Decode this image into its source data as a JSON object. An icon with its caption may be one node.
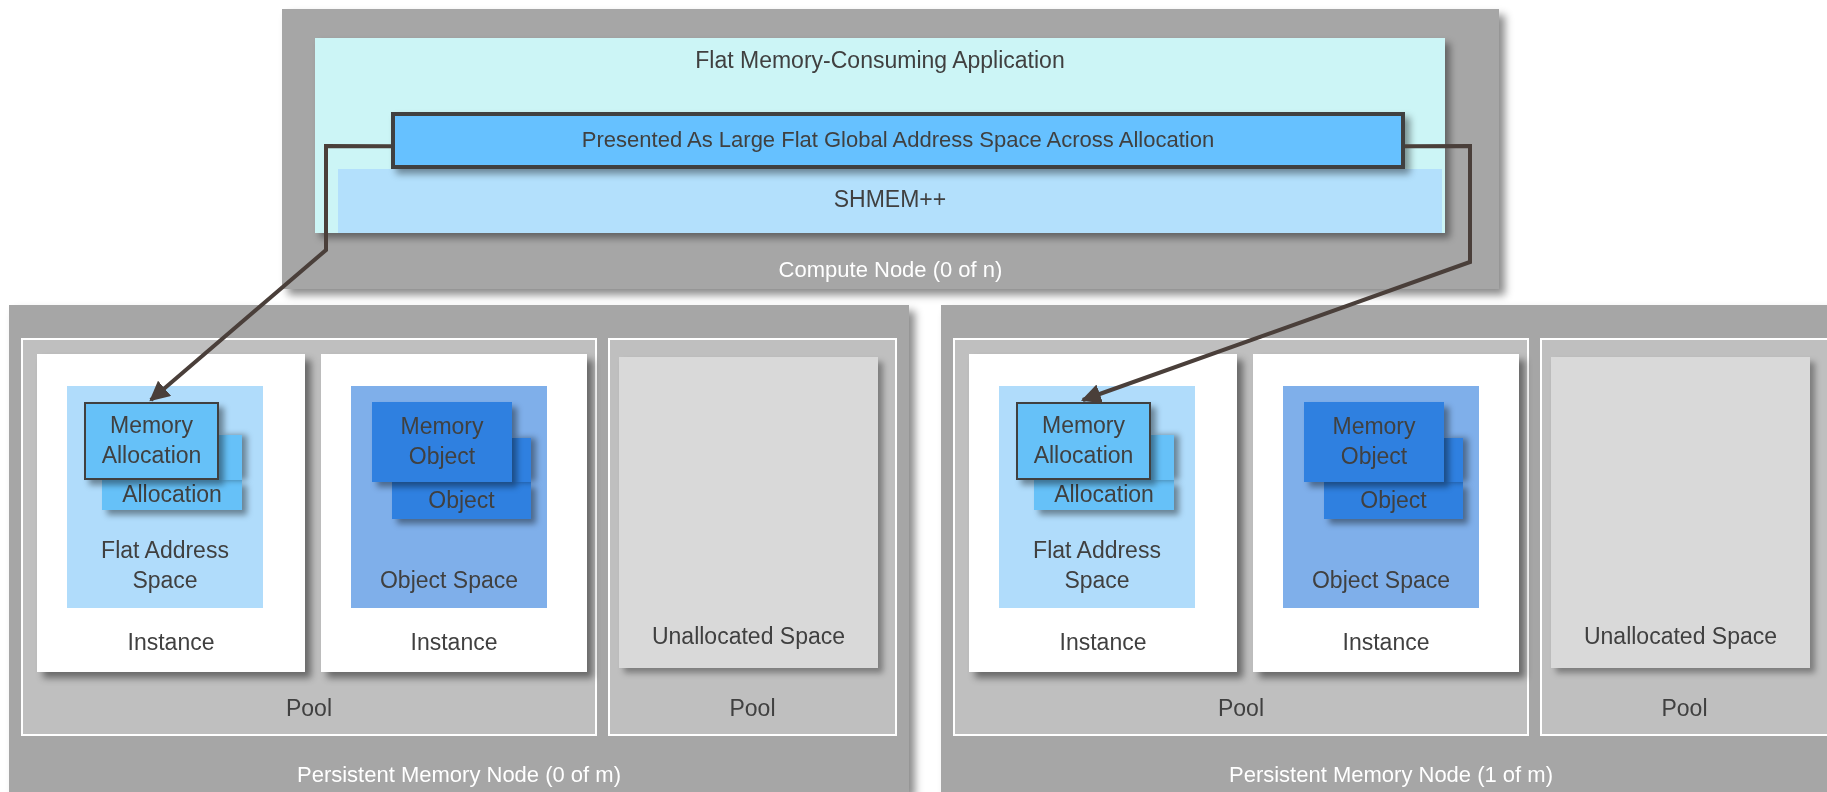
{
  "diagram": {
    "nodes": [
      {
        "text": [
          "Compute Node (0 of n)"
        ]
      },
      {
        "text": [
          "Flat Memory-Consuming Application"
        ],
        "in": 0
      },
      {
        "text": [
          "Presented As Large Flat Global Address Space Across Allocation"
        ],
        "in": 1
      },
      {
        "text": [
          "SHMEM++"
        ],
        "in": 1
      },
      {
        "text": [
          "Persistent Memory Node (0 of m)"
        ]
      },
      {
        "text": [
          "Pool"
        ],
        "in": 4
      },
      {
        "text": [
          "Instance"
        ],
        "in": 5
      },
      {
        "text": [
          "Flat Address Space"
        ],
        "in": 6
      },
      {
        "text": [
          "Allocation"
        ],
        "in": 7
      },
      {
        "text": [
          "Memory Allocation"
        ],
        "in": 7
      },
      {
        "text": [
          "Instance"
        ],
        "in": 5
      },
      {
        "text": [
          "Object Space"
        ],
        "in": 10
      },
      {
        "text": [
          "Object"
        ],
        "in": 11
      },
      {
        "text": [
          "Memory Object"
        ],
        "in": 11
      },
      {
        "text": [
          "Pool"
        ],
        "in": 4
      },
      {
        "text": [
          "Unallocated Space"
        ],
        "in": 14
      },
      {
        "text": [
          "Persistent Memory Node (1 of m)"
        ]
      },
      {
        "text": [
          "Pool"
        ],
        "in": 16
      },
      {
        "text": [
          "Instance"
        ],
        "in": 17
      },
      {
        "text": [
          "Flat Address Space"
        ],
        "in": 18
      },
      {
        "text": [
          "Allocation"
        ],
        "in": 19
      },
      {
        "text": [
          "Memory Allocation"
        ],
        "in": 19
      },
      {
        "text": [
          "Instance"
        ],
        "in": 17
      },
      {
        "text": [
          "Object Space"
        ],
        "in": 22
      },
      {
        "text": [
          "Object"
        ],
        "in": 23
      },
      {
        "text": [
          "Memory Object"
        ],
        "in": 23
      },
      {
        "text": [
          "Pool"
        ],
        "in": 16
      },
      {
        "text": [
          "Unallocated Space"
        ],
        "in": 26
      }
    ],
    "edges": [
      {
        "from": 2,
        "to": 9,
        "arrow": "to"
      },
      {
        "from": 2,
        "to": 21,
        "arrow": "to"
      }
    ]
  }
}
